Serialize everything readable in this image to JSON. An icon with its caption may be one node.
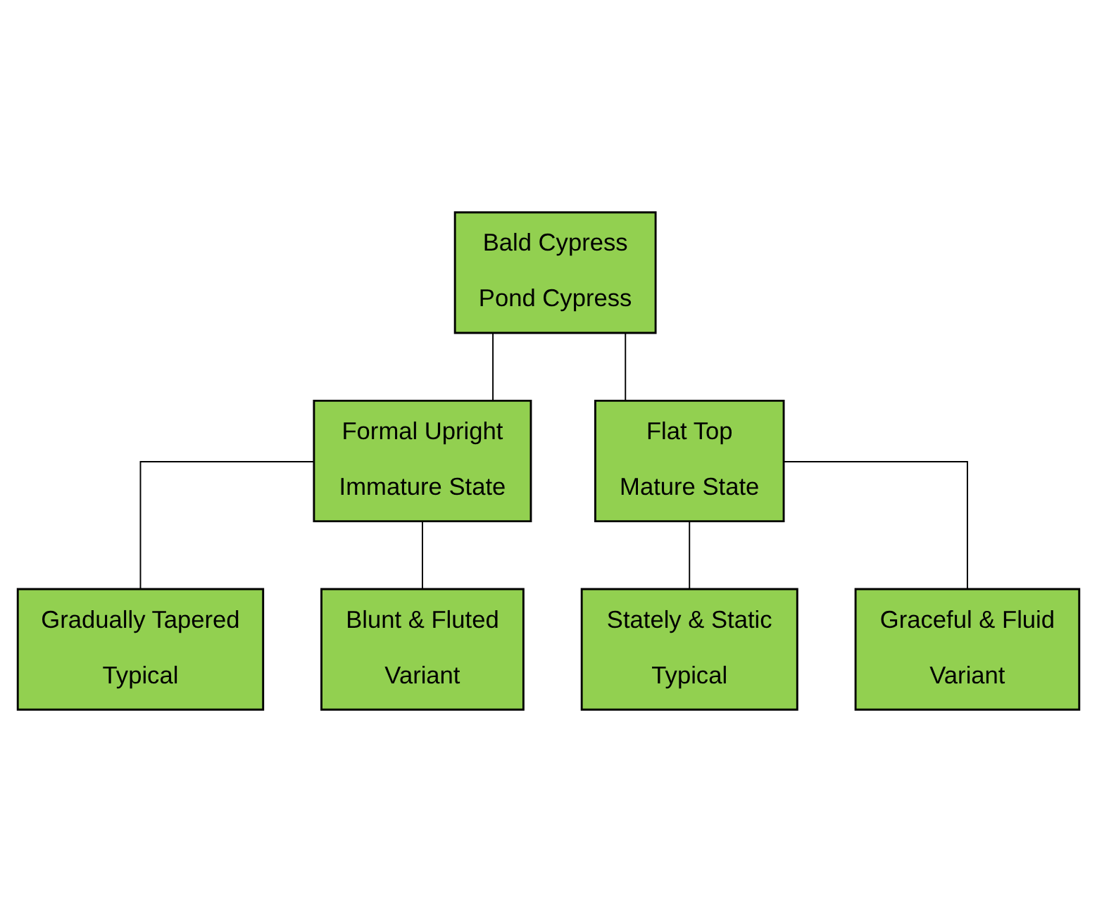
{
  "diagram": {
    "nodes": [
      {
        "text": [
          "Bald Cypress",
          "Pond Cypress"
        ]
      },
      {
        "text": [
          "Formal Upright",
          "Immature State"
        ]
      },
      {
        "text": [
          "Flat Top",
          "Mature State"
        ]
      },
      {
        "text": [
          "Gradually Tapered",
          "Typical"
        ]
      },
      {
        "text": [
          "Blunt & Fluted",
          "Variant"
        ]
      },
      {
        "text": [
          "Stately & Static",
          "Typical"
        ]
      },
      {
        "text": [
          "Graceful & Fluid",
          "Variant"
        ]
      }
    ],
    "edges": [
      {
        "from": 0,
        "to": 1,
        "arrow": "none"
      },
      {
        "from": 0,
        "to": 2,
        "arrow": "none"
      },
      {
        "from": 1,
        "to": 3,
        "arrow": "none"
      },
      {
        "from": 1,
        "to": 4,
        "arrow": "none"
      },
      {
        "from": 2,
        "to": 5,
        "arrow": "none"
      },
      {
        "from": 2,
        "to": 6,
        "arrow": "none"
      }
    ]
  }
}
